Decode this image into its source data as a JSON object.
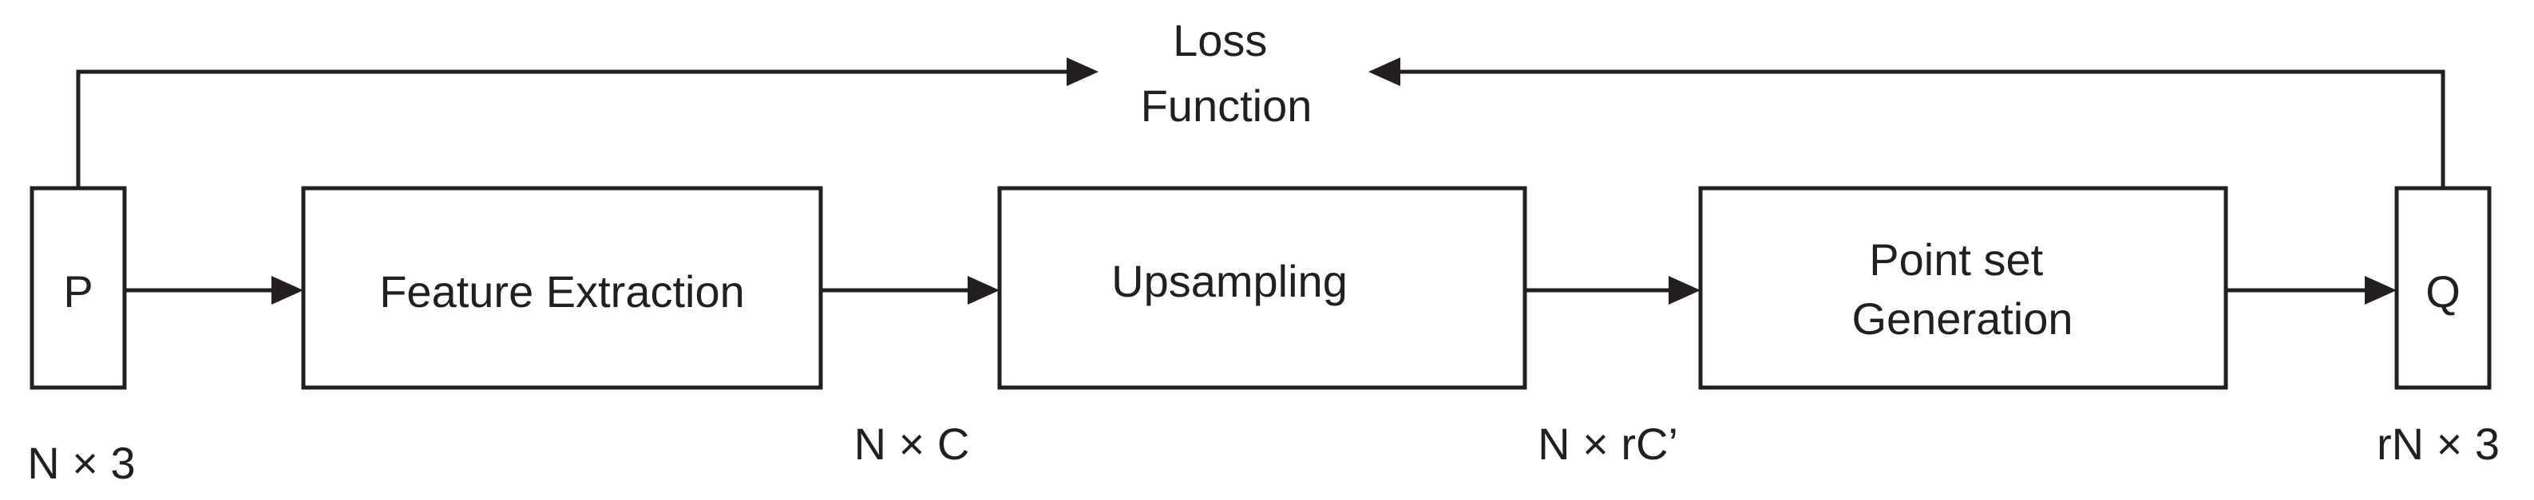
{
  "diagram": {
    "loss": {
      "line1": "Loss",
      "line2": "Function"
    },
    "blocks": {
      "input": "P",
      "feature_extraction": "Feature Extraction",
      "upsampling": "Upsampling",
      "point_set_generation": {
        "line1": "Point set",
        "line2": "Generation"
      },
      "output": "Q"
    },
    "dimensions": {
      "input": "N × 3",
      "features": "N × C",
      "upsampled": "N × rC’",
      "output": "rN × 3"
    }
  }
}
